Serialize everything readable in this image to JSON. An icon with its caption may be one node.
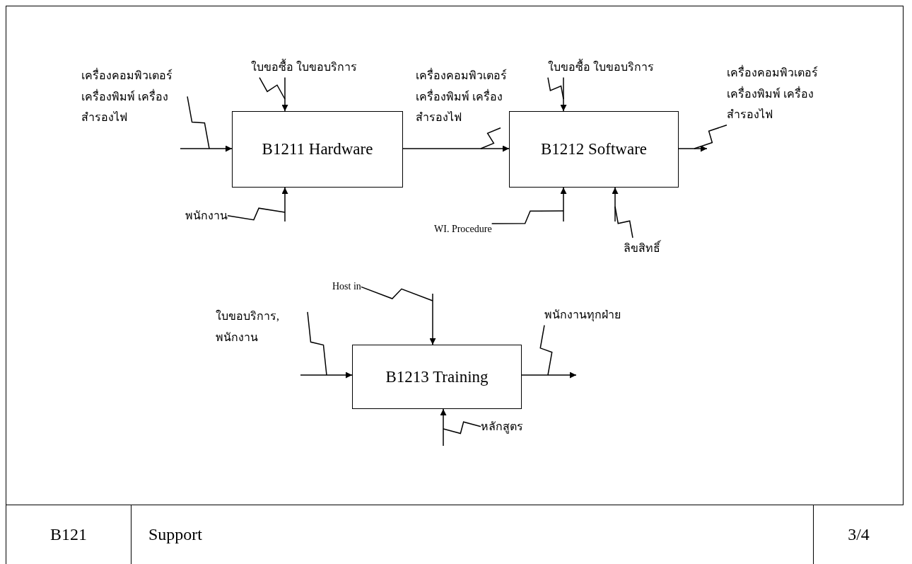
{
  "diagram": {
    "nodes": [
      {
        "text": [
          "เครื่องคอมพิวเตอร์เครื่องพิมพ์ เครื่องสำรองไฟ"
        ]
      },
      {
        "text": [
          "ใบขอซื้อ ใบขอบริการ"
        ]
      },
      {
        "text": [
          "B1211 Hardware"
        ]
      },
      {
        "text": [
          "เครื่องคอมพิวเตอร์เครื่องพิมพ์ เครื่องสำรองไฟ"
        ]
      },
      {
        "text": [
          "ใบขอซื้อ ใบขอบริการ"
        ]
      },
      {
        "text": [
          "เครื่องคอมพิวเตอร์เครื่องพิมพ์ เครื่องสำรองไฟ"
        ]
      },
      {
        "text": [
          "B1212 Software"
        ]
      },
      {
        "text": [
          "พนักงาน"
        ]
      },
      {
        "text": [
          "WI. Procedure"
        ]
      },
      {
        "text": [
          "ลิขสิทธิ์"
        ]
      },
      {
        "text": [
          "Host in"
        ]
      },
      {
        "text": [
          "ใบขอบริการ, พนักงาน"
        ]
      },
      {
        "text": [
          "B1213 Training"
        ]
      },
      {
        "text": [
          "พนักงานทุกฝ่าย"
        ]
      },
      {
        "text": [
          "หลักสูตร"
        ]
      }
    ],
    "edges": [
      {
        "from": null,
        "to": 2,
        "arrow": "to"
      },
      {
        "from": 1,
        "to": 2,
        "arrow": "to"
      },
      {
        "from": null,
        "to": 2,
        "arrow": "to"
      },
      {
        "from": 2,
        "to": 6,
        "arrow": "to"
      },
      {
        "from": 4,
        "to": 6,
        "arrow": "to"
      },
      {
        "from": 6,
        "to": null,
        "arrow": "to"
      },
      {
        "from": null,
        "to": 6,
        "arrow": "to"
      },
      {
        "from": null,
        "to": 6,
        "arrow": "to"
      },
      {
        "from": null,
        "to": 12,
        "arrow": "to"
      },
      {
        "from": null,
        "to": 12,
        "arrow": "to"
      },
      {
        "from": 12,
        "to": null,
        "arrow": "to"
      },
      {
        "from": null,
        "to": 12,
        "arrow": "to"
      },
      {
        "from": 0,
        "to": null,
        "arrow": "none"
      },
      {
        "from": 1,
        "to": null,
        "arrow": "none"
      },
      {
        "from": 7,
        "to": null,
        "arrow": "none"
      },
      {
        "from": 3,
        "to": null,
        "arrow": "none"
      },
      {
        "from": 4,
        "to": null,
        "arrow": "none"
      },
      {
        "from": 5,
        "to": null,
        "arrow": "none"
      },
      {
        "from": 8,
        "to": null,
        "arrow": "none"
      },
      {
        "from": 9,
        "to": null,
        "arrow": "none"
      },
      {
        "from": 10,
        "to": null,
        "arrow": "none"
      },
      {
        "from": 11,
        "to": null,
        "arrow": "none"
      },
      {
        "from": 13,
        "to": null,
        "arrow": "none"
      },
      {
        "from": 14,
        "to": null,
        "arrow": "none"
      }
    ],
    "labels": [
      "B121",
      "Support",
      "3/4"
    ]
  }
}
